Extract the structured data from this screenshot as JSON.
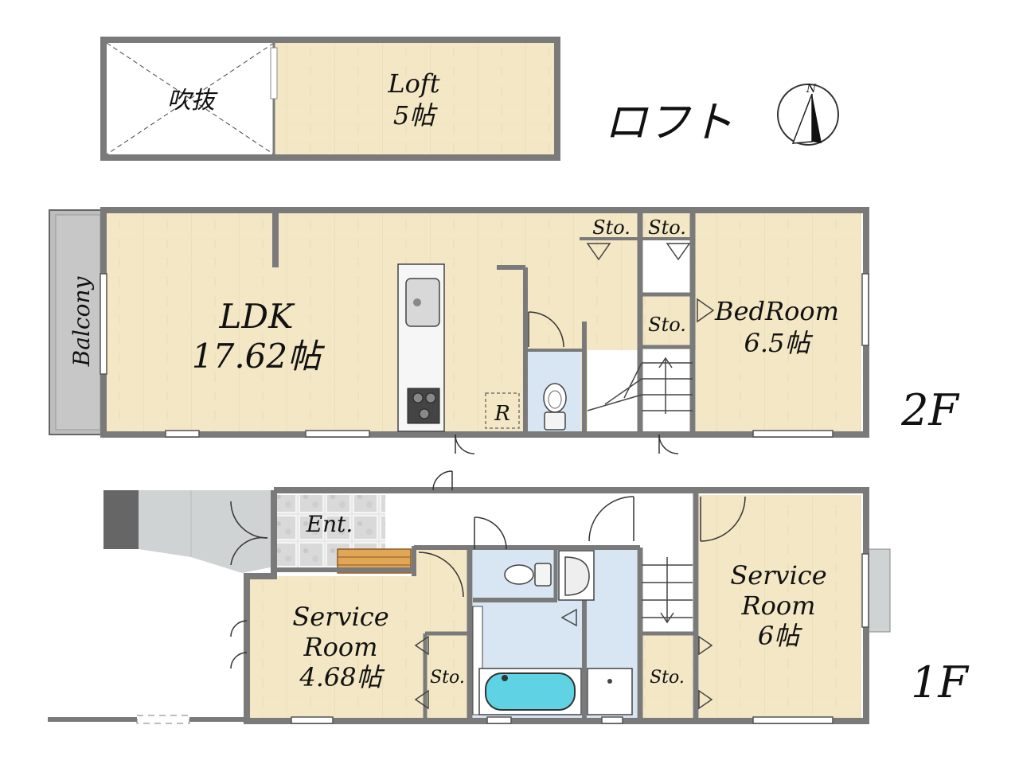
{
  "labels": {
    "void": "吹抜",
    "loft_name": "Loft",
    "loft_size": "5帖",
    "loft_floor": "ロフト",
    "compass_n": "N",
    "balcony": "Balcony",
    "ldk_name": "LDK",
    "ldk_size": "17.62帖",
    "fridge": "R",
    "sto": "Sto.",
    "bedroom_name": "BedRoom",
    "bedroom_size": "6.5帖",
    "floor2": "2F",
    "entrance": "Ent.",
    "service": "Service",
    "room": "Room",
    "service1_size": "4.68帖",
    "service2_size": "6帖",
    "floor1": "1F"
  },
  "colors": {
    "wall": "#7a7a7a",
    "wood": "#f3e7c5",
    "wet": "#d8e6f3",
    "balcony": "#bdbdbd",
    "tile": "#dedede",
    "bath": "#5fd3e3"
  }
}
